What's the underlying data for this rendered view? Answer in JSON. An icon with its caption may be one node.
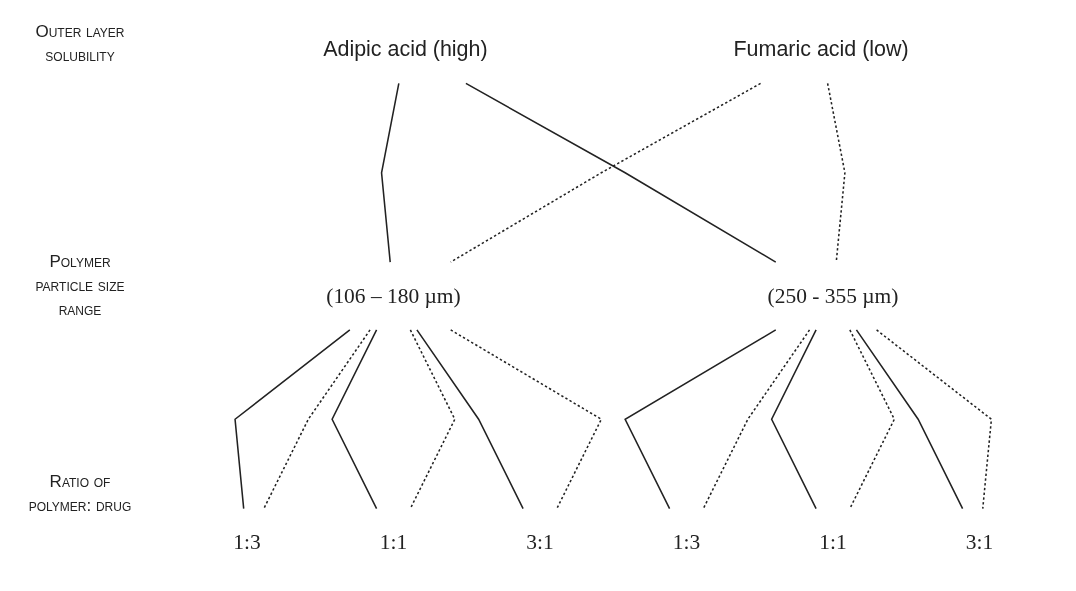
{
  "diagram": {
    "nodes": [
      {
        "text": [
          "Adipic acid (high)"
        ]
      },
      {
        "text": [
          "Fumaric acid (low)"
        ]
      },
      {
        "text": [
          "(106 – 180 µm)"
        ]
      },
      {
        "text": [
          "(250 - 355 µm)"
        ]
      },
      {
        "text": [
          "1:3"
        ]
      },
      {
        "text": [
          "1:1"
        ]
      },
      {
        "text": [
          "3:1"
        ]
      },
      {
        "text": [
          "1:3"
        ]
      },
      {
        "text": [
          "1:1"
        ]
      },
      {
        "text": [
          "3:1"
        ]
      }
    ],
    "edges": [
      {
        "from": 0,
        "to": 2,
        "arrow": "none"
      },
      {
        "from": 0,
        "to": 3,
        "arrow": "none"
      },
      {
        "from": 1,
        "to": 2,
        "arrow": "none",
        "style": "dashed"
      },
      {
        "from": 1,
        "to": 3,
        "arrow": "none",
        "style": "dashed"
      },
      {
        "from": 2,
        "to": 4,
        "arrow": "none"
      },
      {
        "from": 2,
        "to": 4,
        "arrow": "none",
        "style": "dashed"
      },
      {
        "from": 2,
        "to": 5,
        "arrow": "none"
      },
      {
        "from": 2,
        "to": 5,
        "arrow": "none",
        "style": "dashed"
      },
      {
        "from": 2,
        "to": 6,
        "arrow": "none"
      },
      {
        "from": 2,
        "to": 6,
        "arrow": "none",
        "style": "dashed"
      },
      {
        "from": 3,
        "to": 7,
        "arrow": "none"
      },
      {
        "from": 3,
        "to": 7,
        "arrow": "none",
        "style": "dashed"
      },
      {
        "from": 3,
        "to": 8,
        "arrow": "none"
      },
      {
        "from": 3,
        "to": 8,
        "arrow": "none",
        "style": "dashed"
      },
      {
        "from": 3,
        "to": 9,
        "arrow": "none"
      },
      {
        "from": 3,
        "to": 9,
        "arrow": "none",
        "style": "dashed"
      }
    ],
    "labels": [
      "Outer layer solubility",
      "Polymer particle size range",
      "Ratio of polymer: drug"
    ]
  }
}
